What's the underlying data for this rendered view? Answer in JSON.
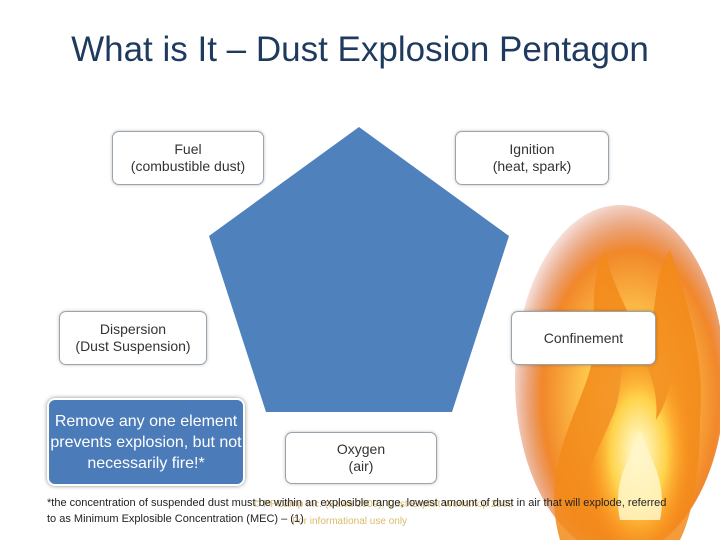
{
  "title": "What is It – Dust Explosion Pentagon",
  "nodes": {
    "fuel": {
      "line1": "Fuel",
      "line2": "(combustible dust)"
    },
    "ignition": {
      "line1": "Ignition",
      "line2": "(heat, spark)"
    },
    "dispersion": {
      "line1": "Dispersion",
      "line2": "(Dust Suspension)"
    },
    "confinement": {
      "line1": "Confinement"
    },
    "oxygen": {
      "line1": "Oxygen",
      "line2": "(air)"
    }
  },
  "callout": "Remove any one element prevents explosion, but not necessarily fire!*",
  "footnote": "*the concentration of suspended dust must be within an explosible range, lowest amount of dust in air that will explode, referred to as Minimum Explosible Concentration (MEC) – (1)",
  "watermark": {
    "line1": "© PPCamp Inc. (Sawa 2009), Dust Exploit Workshop 2003",
    "line2": "For informational use only"
  },
  "colors": {
    "pentagon": "#4f81bd",
    "title": "#1f3a5f",
    "callout": "#4b7bb9",
    "flame": "#f07a12"
  }
}
